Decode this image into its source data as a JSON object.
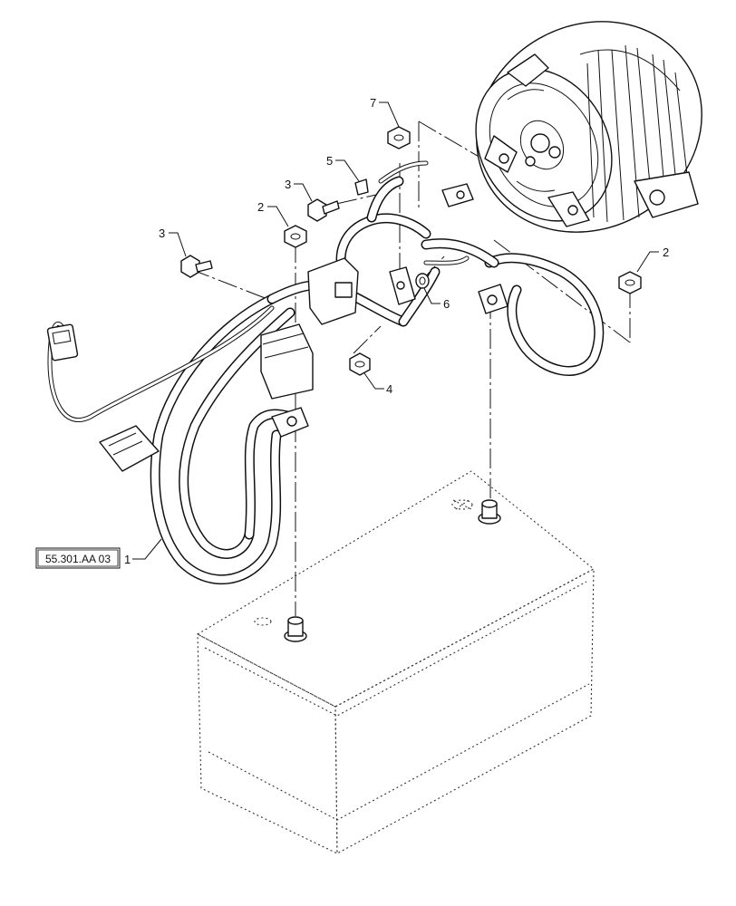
{
  "callouts": [
    {
      "id": "callout-1",
      "number": "1"
    },
    {
      "id": "callout-2a",
      "number": "2"
    },
    {
      "id": "callout-2b",
      "number": "2"
    },
    {
      "id": "callout-3a",
      "number": "3"
    },
    {
      "id": "callout-3b",
      "number": "3"
    },
    {
      "id": "callout-4",
      "number": "4"
    },
    {
      "id": "callout-5",
      "number": "5"
    },
    {
      "id": "callout-6",
      "number": "6"
    },
    {
      "id": "callout-7",
      "number": "7"
    }
  ],
  "reference": {
    "label": "55.301.AA 03"
  }
}
